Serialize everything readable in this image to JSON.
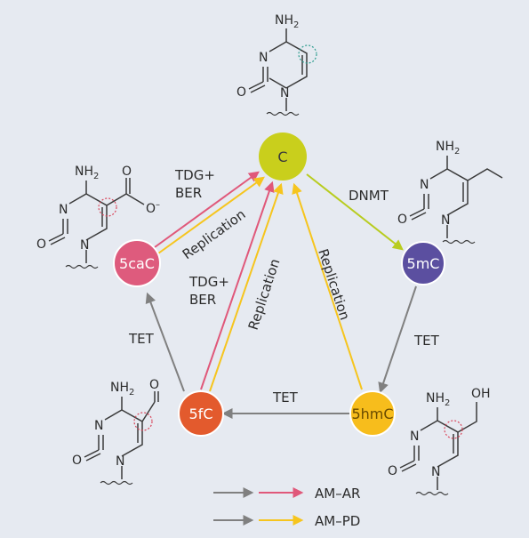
{
  "nodes": {
    "c": {
      "label": "C",
      "color": "#c9cf1c"
    },
    "mc": {
      "label": "5mC",
      "color": "#5b4fa0"
    },
    "hmc": {
      "label": "5hmC",
      "color": "#f7bd1c"
    },
    "fc": {
      "label": "5fC",
      "color": "#e35a2d"
    },
    "cac": {
      "label": "5caC",
      "color": "#de5b7d"
    }
  },
  "edges": {
    "dnmt": "DNMT",
    "tet_mc_hmc": "TET",
    "tet_hmc_fc": "TET",
    "tet_fc_cac": "TET",
    "tdg_ber_1": "TDG+",
    "tdg_ber_2": "BER",
    "tdg_ber_3": "TDG+",
    "tdg_ber_4": "BER",
    "replication_cac": "Replication",
    "replication_fc": "Replication",
    "replication_hmc": "Replication"
  },
  "legend": {
    "ar": "AM–AR",
    "pd": "AM–PD",
    "colors": {
      "gray": "#808080",
      "pink": "#e0587a",
      "yellow": "#f6c51e",
      "green": "#b8cc1f"
    }
  },
  "chem": {
    "nh2": "NH",
    "sub2": "2",
    "n": "N",
    "o": "O",
    "oh": "OH",
    "ominus": "O",
    "minus": "–"
  }
}
